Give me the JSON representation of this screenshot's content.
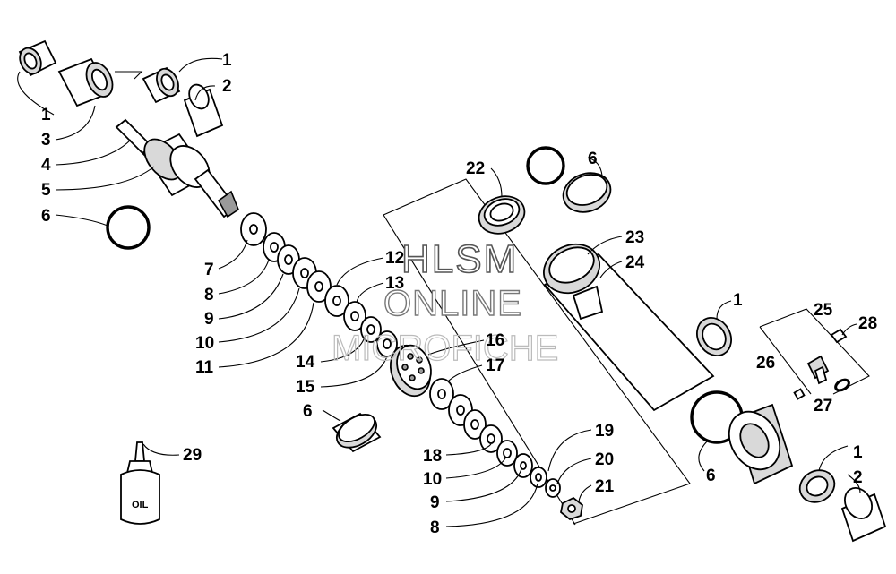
{
  "watermark": {
    "line1": "HLSM",
    "line2": "ONLINE",
    "line3": "MICROFICHE"
  },
  "oil_bottle": {
    "label": "OIL"
  },
  "callouts": [
    {
      "id": "c1a",
      "num": "1"
    },
    {
      "id": "c2a",
      "num": "2"
    },
    {
      "id": "c1b",
      "num": "1"
    },
    {
      "id": "c3",
      "num": "3"
    },
    {
      "id": "c4",
      "num": "4"
    },
    {
      "id": "c5",
      "num": "5"
    },
    {
      "id": "c6a",
      "num": "6"
    },
    {
      "id": "c7",
      "num": "7"
    },
    {
      "id": "c8a",
      "num": "8"
    },
    {
      "id": "c9a",
      "num": "9"
    },
    {
      "id": "c10a",
      "num": "10"
    },
    {
      "id": "c11",
      "num": "11"
    },
    {
      "id": "c12",
      "num": "12"
    },
    {
      "id": "c13",
      "num": "13"
    },
    {
      "id": "c14",
      "num": "14"
    },
    {
      "id": "c15",
      "num": "15"
    },
    {
      "id": "c6b",
      "num": "6"
    },
    {
      "id": "c16",
      "num": "16"
    },
    {
      "id": "c17",
      "num": "17"
    },
    {
      "id": "c22",
      "num": "22"
    },
    {
      "id": "c6c",
      "num": "6"
    },
    {
      "id": "c23",
      "num": "23"
    },
    {
      "id": "c24",
      "num": "24"
    },
    {
      "id": "c18",
      "num": "18"
    },
    {
      "id": "c10b",
      "num": "10"
    },
    {
      "id": "c9b",
      "num": "9"
    },
    {
      "id": "c8b",
      "num": "8"
    },
    {
      "id": "c19",
      "num": "19"
    },
    {
      "id": "c20",
      "num": "20"
    },
    {
      "id": "c21",
      "num": "21"
    },
    {
      "id": "c29",
      "num": "29"
    },
    {
      "id": "c1c",
      "num": "1"
    },
    {
      "id": "c6d",
      "num": "6"
    },
    {
      "id": "c25",
      "num": "25"
    },
    {
      "id": "c28",
      "num": "28"
    },
    {
      "id": "c26",
      "num": "26"
    },
    {
      "id": "c27",
      "num": "27"
    },
    {
      "id": "c1d",
      "num": "1"
    },
    {
      "id": "c2b",
      "num": "2"
    }
  ]
}
